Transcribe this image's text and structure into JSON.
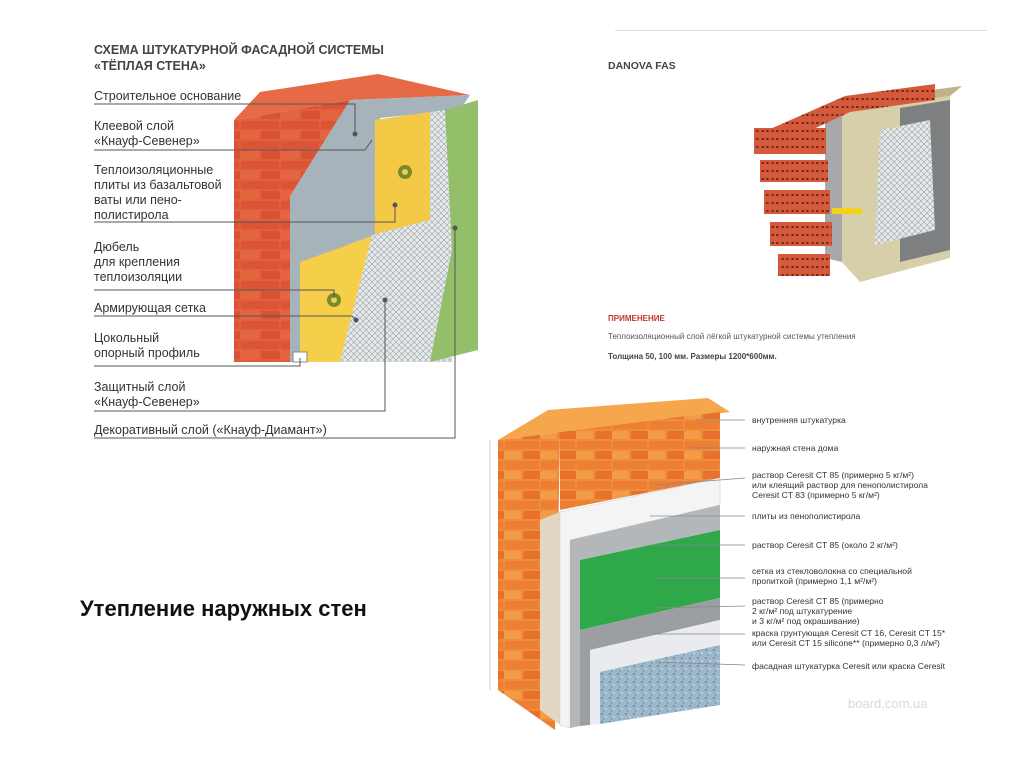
{
  "left": {
    "title_line1": "СХЕМА ШТУКАТУРНОЙ ФАСАДНОЙ СИСТЕМЫ",
    "title_line2": "«ТЁПЛАЯ СТЕНА»",
    "labels": [
      "Строительное основание",
      "Клеевой слой",
      "«Кнауф-Севенер»",
      "Теплоизоляционные",
      "плиты из базальтовой",
      "ваты или пено-",
      "полистирола",
      "Дюбель",
      "для крепления",
      "теплоизоляции",
      "Армирующая сетка",
      "Цокольный",
      "опорный профиль",
      "Защитный слой",
      "«Кнауф-Севенер»",
      "Декоративный слой («Кнауф-Диамант»)"
    ]
  },
  "danova": {
    "title": "DANOVA FAS",
    "application_title": "ПРИМЕНЕНИЕ",
    "application_desc": "Теплоизоляционный слой лёгкой штукатурной системы утепления",
    "sizes": "Толщина 50, 100 мм. Размеры 1200*600мм."
  },
  "heading": "Утепление наружных стен",
  "right": {
    "labels": [
      "внутренняя штукатурка",
      "наружная стена дома",
      "раствор Ceresit CT 85 (примерно 5 кг/м²)",
      "или клеящий раствор для пенополистирола",
      "Ceresit CT 83 (примерно 5 кг/м²)",
      "плиты из пенополистирола",
      "раствор Ceresit CT 85 (около 2 кг/м²)",
      "сетка из стекловолокна со специальной",
      "пропиткой (примерно 1,1 м²/м²)",
      "раствор Ceresit CT 85 (примерно",
      "2 кг/м² под штукатурение",
      "и 3 кг/м² под окрашивание)",
      "краска грунтующая Ceresit CT 16, Ceresit CT 15*",
      "или Ceresit CT 15 silicone** (примерно 0,3 л/м²)",
      "фасадная штукатурка Ceresit или краска Ceresit"
    ]
  },
  "watermark": "board.com.ua",
  "colors": {
    "brick": "#d9573a",
    "insulation_yellow": "#f5cc45",
    "plaster_green": "#93bf6a",
    "mesh_green": "#2fa84a",
    "adhesive_grey": "#9aa4ad"
  }
}
